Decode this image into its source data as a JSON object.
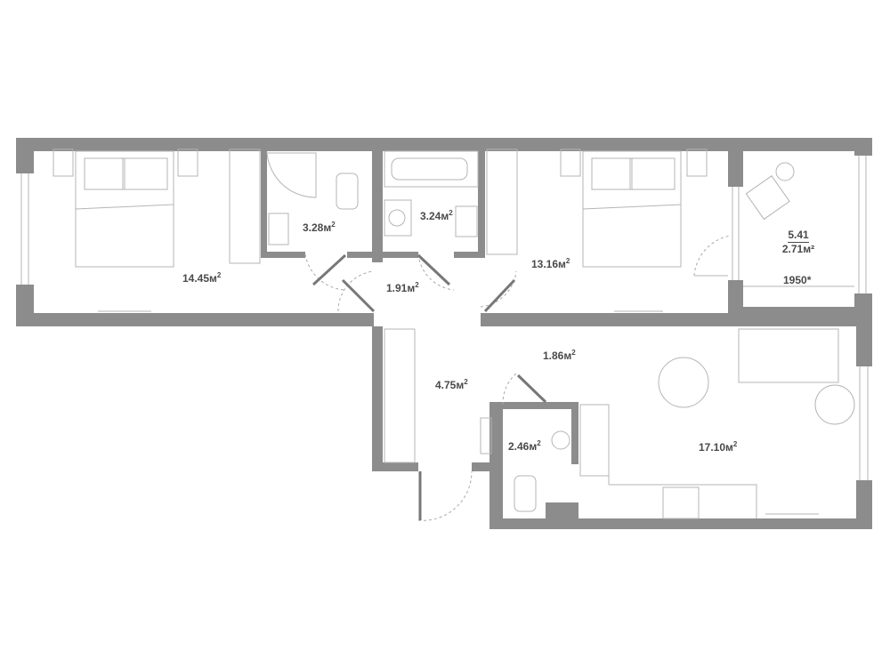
{
  "plan": {
    "unit": "м",
    "unit_power": "2",
    "rooms": [
      {
        "id": "bedroom-1",
        "area": "14.45"
      },
      {
        "id": "bathroom-1",
        "area": "3.28"
      },
      {
        "id": "bathroom-2",
        "area": "3.24"
      },
      {
        "id": "hall",
        "area": "1.91"
      },
      {
        "id": "bedroom-2",
        "area": "13.16"
      },
      {
        "id": "corridor",
        "area": "4.75"
      },
      {
        "id": "hall-2",
        "area": "1.86"
      },
      {
        "id": "bathroom-3",
        "area": "2.46"
      },
      {
        "id": "kitchen-living",
        "area": "17.10"
      }
    ],
    "balcony": {
      "total": "5.41",
      "area": "2.71м²",
      "width": "1950*"
    }
  },
  "colors": {
    "wall": "#8c8c8c",
    "text": "#4a4a4a",
    "furniture": "#b5b5b5"
  }
}
